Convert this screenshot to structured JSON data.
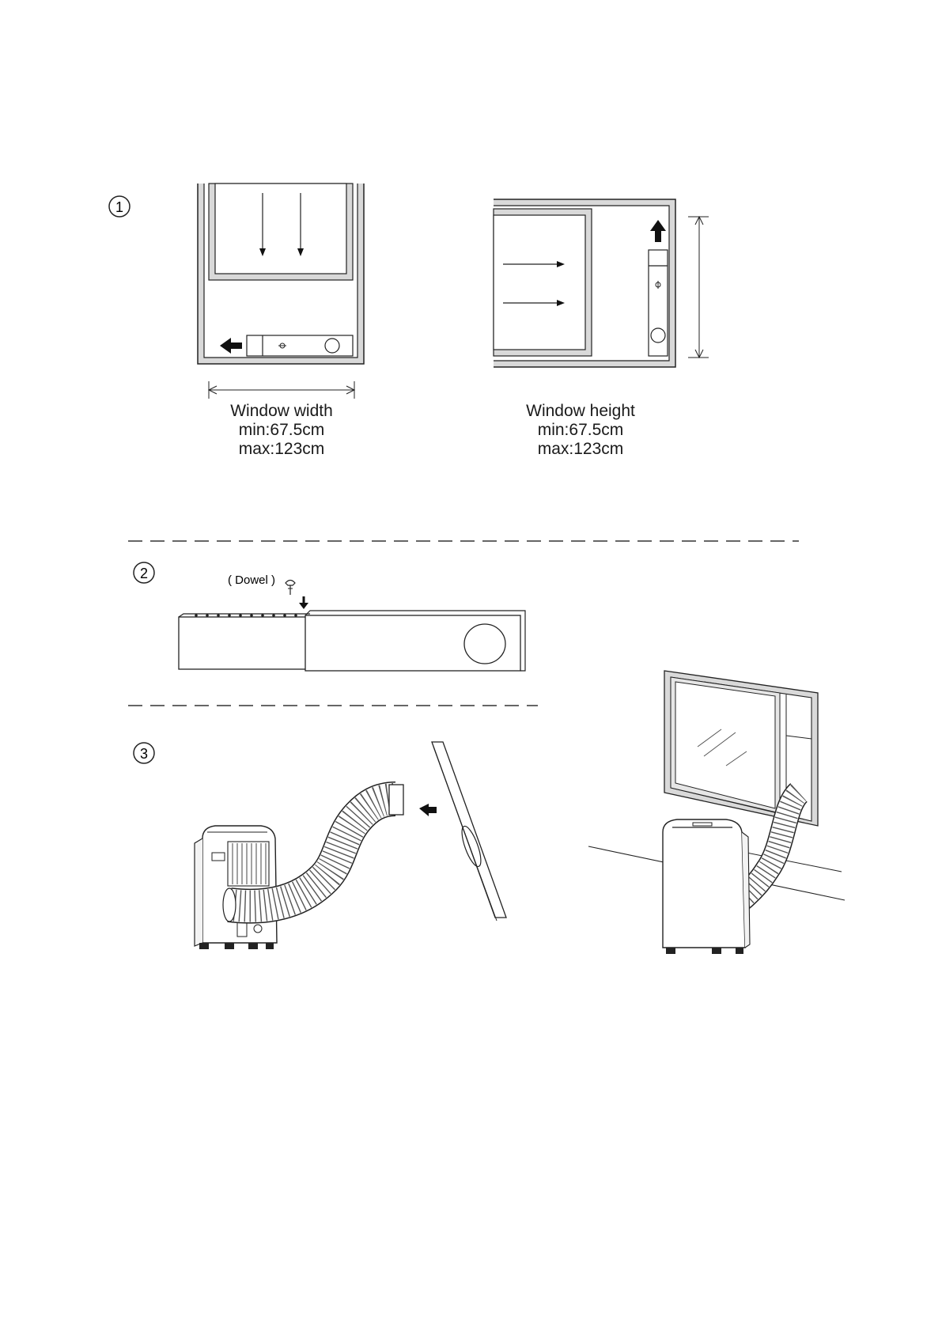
{
  "steps": [
    {
      "number": "1"
    },
    {
      "number": "2"
    },
    {
      "number": "3"
    }
  ],
  "window_width": {
    "label": "Window  width",
    "min": "min:67.5cm",
    "max": "max:123cm"
  },
  "window_height": {
    "label": "Window  height",
    "min": "min:67.5cm",
    "max": "max:123cm"
  },
  "dowel": {
    "label": "( Dowel )"
  },
  "colors": {
    "line": "#222222",
    "frame_fill": "#d9d9d9",
    "arrow": "#111111"
  }
}
